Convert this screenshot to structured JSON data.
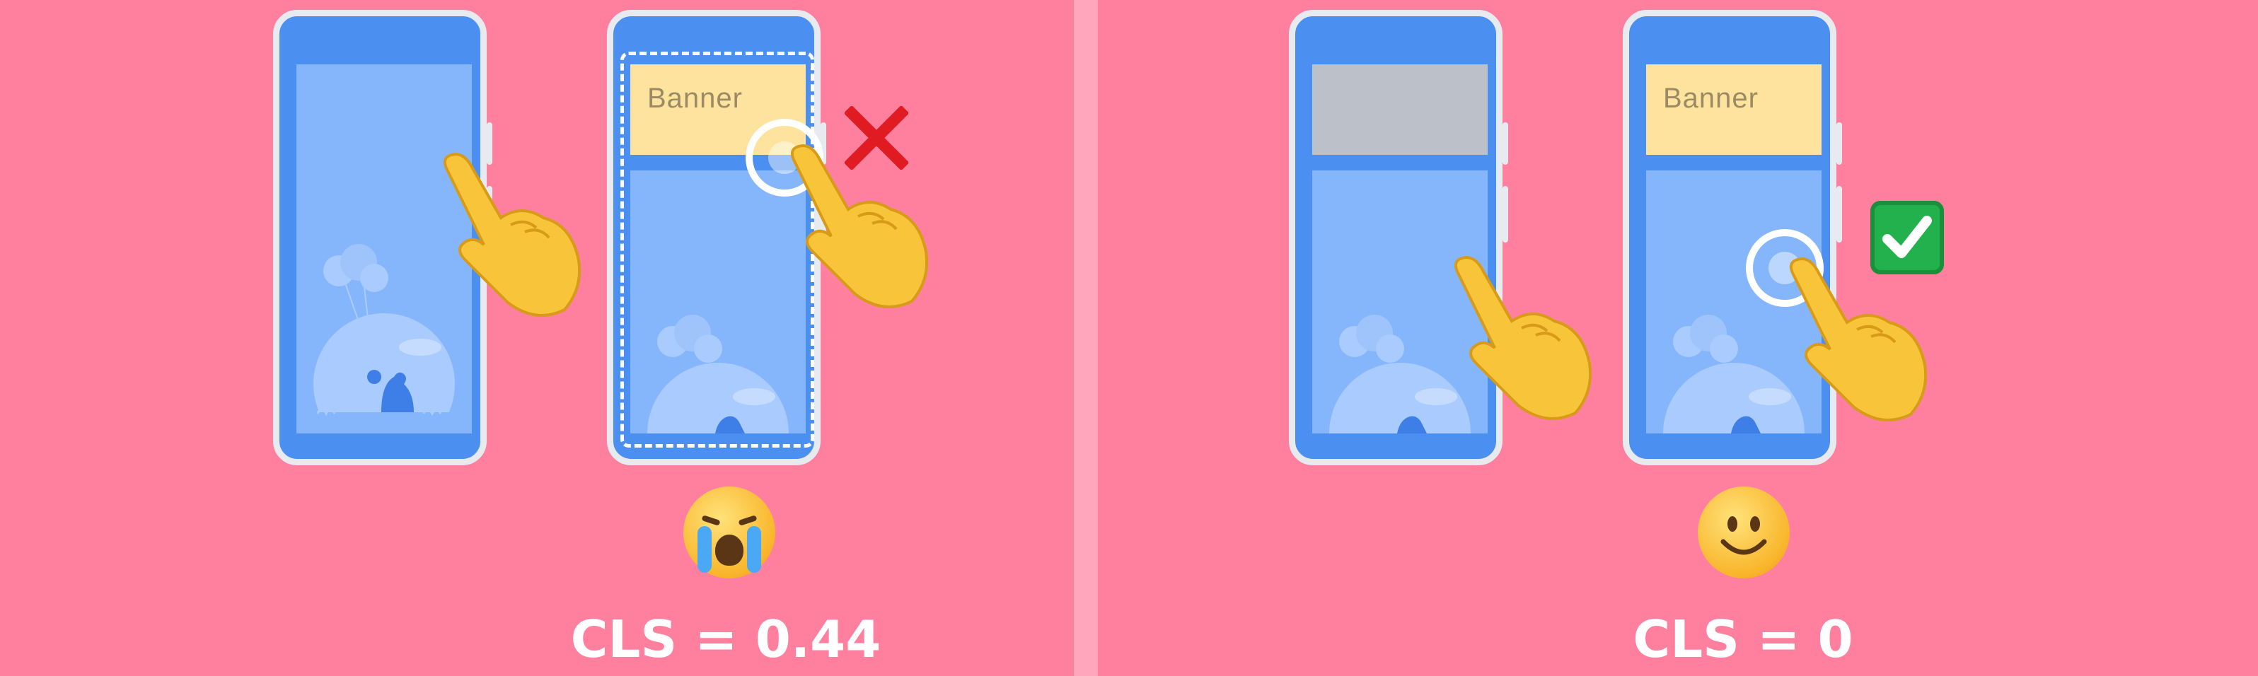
{
  "left_panel": {
    "banner_text": "Banner",
    "result_emoji": "crying-face",
    "cls_label": "CLS = 0.44",
    "mark": "red-cross"
  },
  "right_panel": {
    "banner_text": "Banner",
    "result_emoji": "smiling-face",
    "cls_label": "CLS = 0",
    "mark": "green-check"
  },
  "colors": {
    "background": "#ff7f9e",
    "divider": "#ffa6bd",
    "phone": "#4b8ff0",
    "screen": "#85b6fb",
    "banner": "#fde39d",
    "placeholder": "#bcc0c8"
  }
}
